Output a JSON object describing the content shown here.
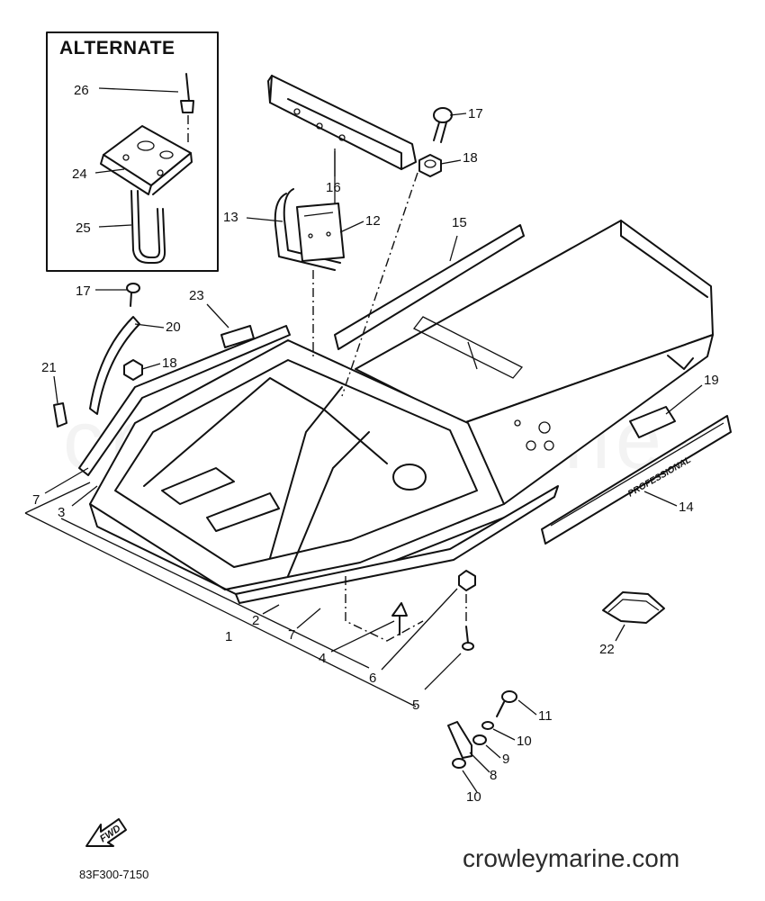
{
  "alternate_box": {
    "title": "ALTERNATE"
  },
  "callouts": [
    {
      "id": "c26",
      "label": "26"
    },
    {
      "id": "c24",
      "label": "24"
    },
    {
      "id": "c25",
      "label": "25"
    },
    {
      "id": "c17a",
      "label": "17"
    },
    {
      "id": "c18a",
      "label": "18"
    },
    {
      "id": "c16",
      "label": "16"
    },
    {
      "id": "c13",
      "label": "13"
    },
    {
      "id": "c12",
      "label": "12"
    },
    {
      "id": "c15",
      "label": "15"
    },
    {
      "id": "c17b",
      "label": "17"
    },
    {
      "id": "c20",
      "label": "20"
    },
    {
      "id": "c23",
      "label": "23"
    },
    {
      "id": "c21",
      "label": "21"
    },
    {
      "id": "c18b",
      "label": "18"
    },
    {
      "id": "c19",
      "label": "19"
    },
    {
      "id": "c14",
      "label": "14"
    },
    {
      "id": "c7a",
      "label": "7"
    },
    {
      "id": "c3",
      "label": "3"
    },
    {
      "id": "c2",
      "label": "2"
    },
    {
      "id": "c1",
      "label": "1"
    },
    {
      "id": "c7b",
      "label": "7"
    },
    {
      "id": "c4",
      "label": "4"
    },
    {
      "id": "c6",
      "label": "6"
    },
    {
      "id": "c5",
      "label": "5"
    },
    {
      "id": "c22",
      "label": "22"
    },
    {
      "id": "c11",
      "label": "11"
    },
    {
      "id": "c10a",
      "label": "10"
    },
    {
      "id": "c9",
      "label": "9"
    },
    {
      "id": "c8",
      "label": "8"
    },
    {
      "id": "c10b",
      "label": "10"
    }
  ],
  "decal_text": "PROFESSIONAL",
  "forward_arrow_text": "FWD",
  "drawing_code": "83F300-7150",
  "watermark": "crowleymarine",
  "site_url": "crowleymarine.com"
}
